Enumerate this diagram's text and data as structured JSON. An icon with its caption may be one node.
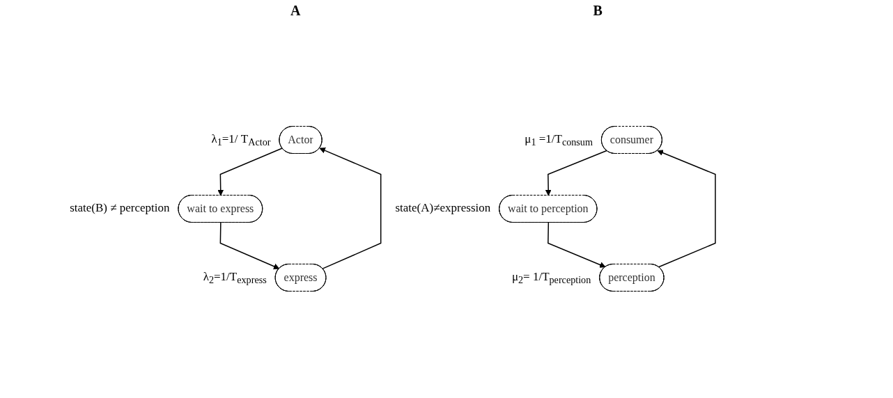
{
  "diagram": {
    "nodes": [
      {
        "text": [
          "Actor"
        ],
        "beside": [
          "λ$_{1}$=1/ T$_{Actor}$"
        ]
      },
      {
        "text": [
          "wait to express"
        ],
        "beside": [
          "state(B) ≠ perception"
        ]
      },
      {
        "text": [
          "express"
        ],
        "beside": [
          "λ$_{2}$=1/T$_{express}$"
        ]
      },
      {
        "text": [
          "consumer"
        ],
        "beside": [
          "μ$_{1}$ =1/T$_{consum}$"
        ]
      },
      {
        "text": [
          "wait to perception"
        ],
        "beside": [
          "state(A)≠expression"
        ]
      },
      {
        "text": [
          "perception"
        ],
        "beside": [
          "μ$_{2}$= 1/T$_{perception}$"
        ]
      }
    ],
    "edges": [
      {
        "from": 0,
        "to": 1,
        "arrow": "to"
      },
      {
        "from": 1,
        "to": 2,
        "arrow": "to"
      },
      {
        "from": 2,
        "to": 0,
        "arrow": "to"
      },
      {
        "from": 3,
        "to": 4,
        "arrow": "to"
      },
      {
        "from": 4,
        "to": 5,
        "arrow": "to"
      },
      {
        "from": 5,
        "to": 3,
        "arrow": "to"
      }
    ],
    "labels": [
      "A",
      "B"
    ]
  }
}
